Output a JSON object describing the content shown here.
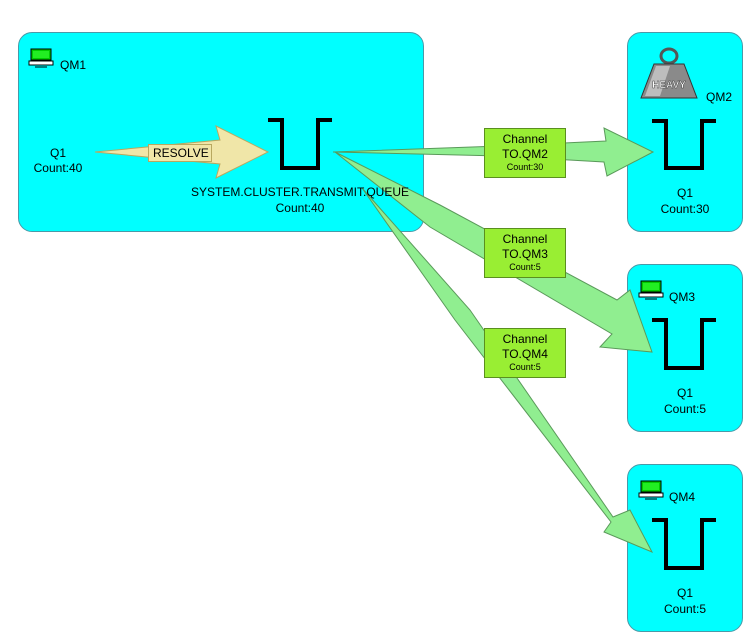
{
  "colors": {
    "qm_box": "#00ffff",
    "channel_box": "#99ee33",
    "channel_arrow": "#90ee90",
    "resolve_arrow": "#f0e6a8",
    "queue_outline": "#000000"
  },
  "qm1": {
    "name": "QM1",
    "icon": "server-icon",
    "local_queue": "Q1",
    "local_count": "Count:40",
    "resolve_label": "RESOLVE",
    "transmit_queue": "SYSTEM.CLUSTER.TRANSMIT.QUEUE",
    "transmit_count": "Count:40"
  },
  "channels": [
    {
      "line1": "Channel",
      "line2": "TO.QM2",
      "count": "Count:30"
    },
    {
      "line1": "Channel",
      "line2": "TO.QM3",
      "count": "Count:5"
    },
    {
      "line1": "Channel",
      "line2": "TO.QM4",
      "count": "Count:5"
    }
  ],
  "targets": [
    {
      "name": "QM2",
      "icon": "heavy-weight-icon",
      "weight_text": "HEAVY",
      "queue": "Q1",
      "count": "Count:30"
    },
    {
      "name": "QM3",
      "icon": "server-icon",
      "queue": "Q1",
      "count": "Count:5"
    },
    {
      "name": "QM4",
      "icon": "server-icon",
      "queue": "Q1",
      "count": "Count:5"
    }
  ]
}
